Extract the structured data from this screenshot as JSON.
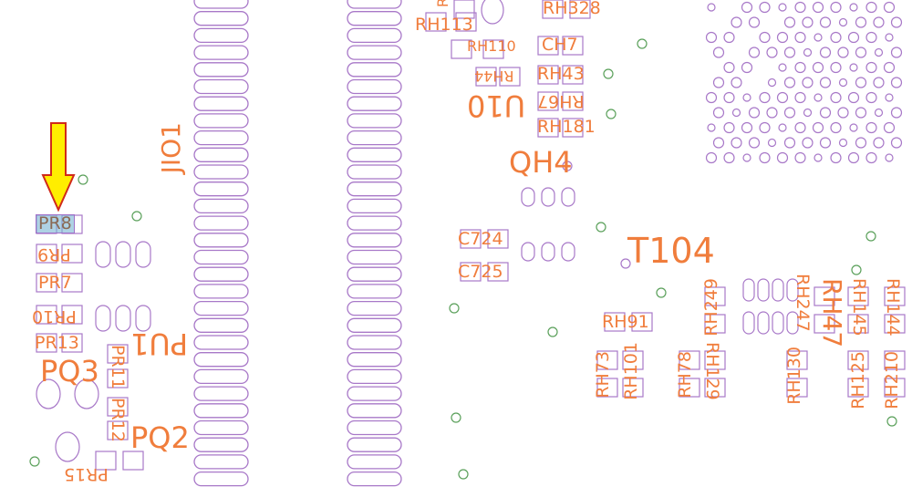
{
  "viewer": {
    "selected_component": "PR8",
    "colors": {
      "silkscreen": "#f07d3c",
      "pad_outline": "#a878c8",
      "via": "#5aa05a",
      "highlight": "#7fb6d4",
      "marker_fill": "#ffee00",
      "marker_stroke": "#d02a1a"
    }
  },
  "labels": {
    "RH113": "RH113",
    "RH328": "RH328",
    "RH110": "RH110",
    "CH7": "CH7",
    "RH44": "RH44",
    "RH43": "RH43",
    "RH67": "RH67",
    "RH181": "RH181",
    "QH4": "QH4",
    "U10": "U10",
    "JIO1": "JIO1",
    "PR8": "PR8",
    "PR9": "PR9",
    "PR7": "PR7",
    "PR10": "PR10",
    "PR13": "PR13",
    "PQ3": "PQ3",
    "PU1": "PU1",
    "PR11": "PR11",
    "PR12": "PR12",
    "PQ2": "PQ2",
    "PR15": "PR15",
    "R": "R",
    "C724": "C724",
    "C725": "C725",
    "T104": "T104",
    "RH91": "RH91",
    "RH249": "RH249",
    "RH129": "RH129",
    "RH73": "RH73",
    "RH101": "RH101",
    "RH78": "RH78",
    "RH130": "RH130",
    "RH247": "RH247",
    "RH47": "RH47",
    "RH145": "RH145",
    "RH125": "RH125",
    "RH144": "RH144",
    "RH210": "RH210"
  }
}
